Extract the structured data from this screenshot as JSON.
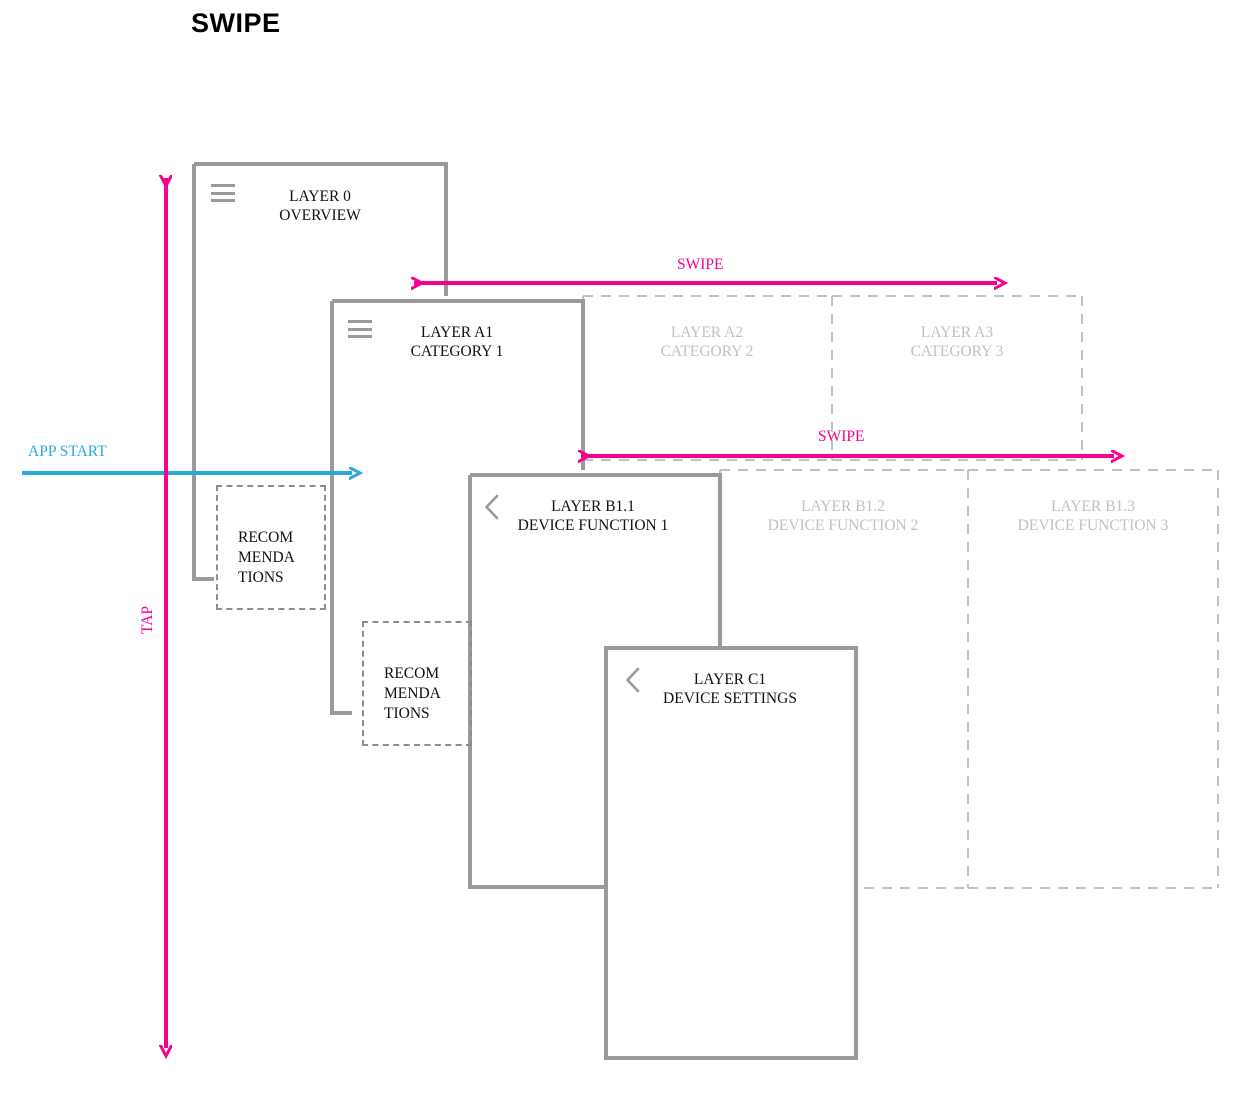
{
  "page": {
    "title": "SWIPE",
    "colors": {
      "accent_magenta": "#f9018f",
      "accent_cyan": "#29a8e0",
      "card_stroke": "#9a9a9a",
      "ghost_stroke": "#c2c2c2",
      "ghost_text": "#c2c2c2",
      "text": "#111111",
      "background": "#ffffff"
    }
  },
  "flows": {
    "app_start": {
      "label": "APP START",
      "color": "#29a8e0",
      "direction": "right"
    },
    "tap": {
      "label": "TAP",
      "color": "#f9018f",
      "direction": "vertical-both"
    },
    "swipe_a": {
      "label": "SWIPE",
      "color": "#f9018f",
      "direction": "horizontal-both"
    },
    "swipe_b": {
      "label": "SWIPE",
      "color": "#f9018f",
      "direction": "horizontal-both"
    }
  },
  "cards": {
    "layer0": {
      "line1": "LAYER 0",
      "line2": "OVERVIEW",
      "state": "active",
      "menu_icon": "hamburger-icon"
    },
    "layerA1": {
      "line1": "LAYER A1",
      "line2": "CATEGORY 1",
      "state": "active",
      "menu_icon": "hamburger-icon"
    },
    "layerA2": {
      "line1": "LAYER A2",
      "line2": "CATEGORY 2",
      "state": "ghost"
    },
    "layerA3": {
      "line1": "LAYER A3",
      "line2": "CATEGORY 3",
      "state": "ghost"
    },
    "layerB11": {
      "line1": "LAYER B1.1",
      "line2": "DEVICE FUNCTION 1",
      "state": "active",
      "menu_icon": "back-chevron-icon"
    },
    "layerB12": {
      "line1": "LAYER B1.2",
      "line2": "DEVICE FUNCTION 2",
      "state": "ghost"
    },
    "layerB13": {
      "line1": "LAYER B1.3",
      "line2": "DEVICE FUNCTION 3",
      "state": "ghost"
    },
    "layerC1": {
      "line1": "LAYER C1",
      "line2": "DEVICE SETTINGS",
      "state": "active",
      "menu_icon": "back-chevron-icon"
    }
  },
  "recommendations": [
    {
      "line1": "RECOM",
      "line2": "MENDA",
      "line3": "TIONS"
    },
    {
      "line1": "RECOM",
      "line2": "MENDA",
      "line3": "TIONS"
    }
  ]
}
